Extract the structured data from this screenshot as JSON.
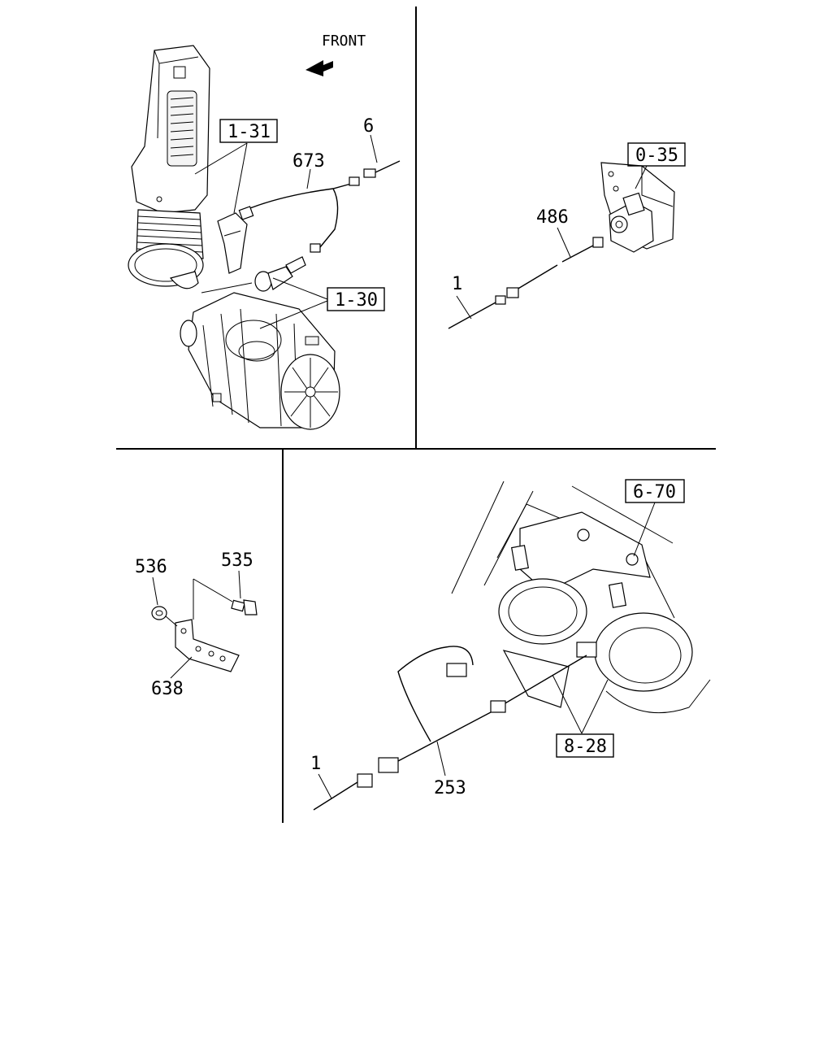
{
  "orientation": {
    "front_label": "FRONT"
  },
  "callouts": {
    "q1": {
      "ref_1_31": "1-31",
      "ref_1_30": "1-30",
      "p673": "673",
      "p6": "6"
    },
    "q2": {
      "ref_0_35": "0-35",
      "p486": "486",
      "p1": "1"
    },
    "q3": {
      "p536": "536",
      "p535": "535",
      "p638": "638"
    },
    "q4": {
      "ref_6_70": "6-70",
      "ref_8_28": "8-28",
      "p1": "1",
      "p253": "253"
    }
  }
}
